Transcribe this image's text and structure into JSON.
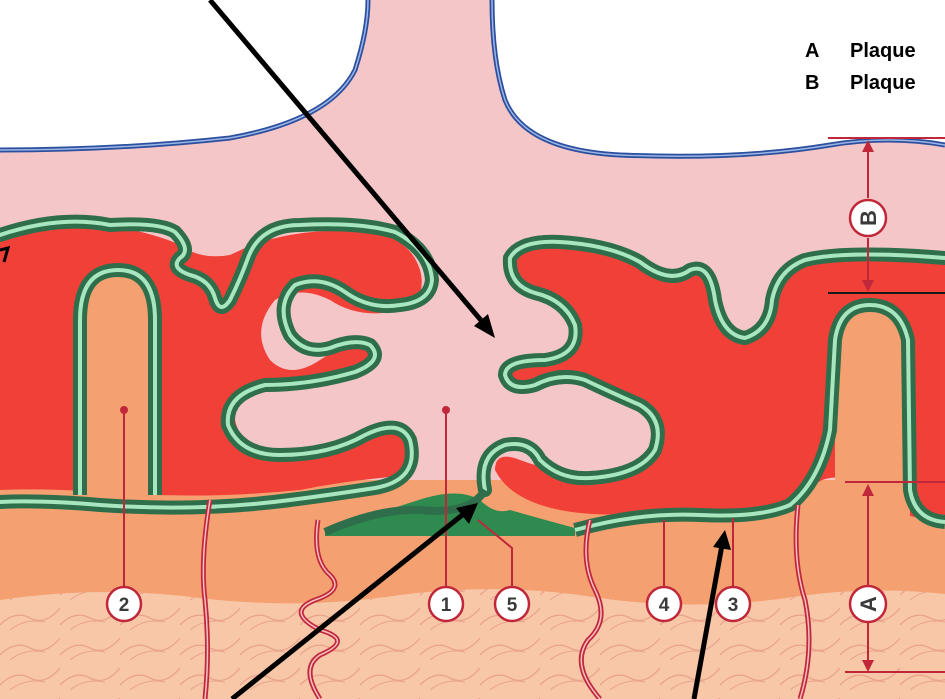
{
  "legend": [
    {
      "key": "A",
      "text": "Plaque"
    },
    {
      "key": "B",
      "text": "Plaque"
    }
  ],
  "callouts": [
    "1",
    "2",
    "3",
    "4",
    "5"
  ],
  "dimensions": [
    "A",
    "B"
  ],
  "colors": {
    "epithelium": "#f4c6c8",
    "connective_tissue": "#f04038",
    "subcutis": "#f4a070",
    "dermis_bottom": "#f7c7a8",
    "membrane": "#2e6e4a",
    "membrane_inner": "#a8e6c0",
    "basal_fill": "#2e8a4e",
    "blue_outline": "#2c4f9e",
    "leader": "#c0283a"
  }
}
